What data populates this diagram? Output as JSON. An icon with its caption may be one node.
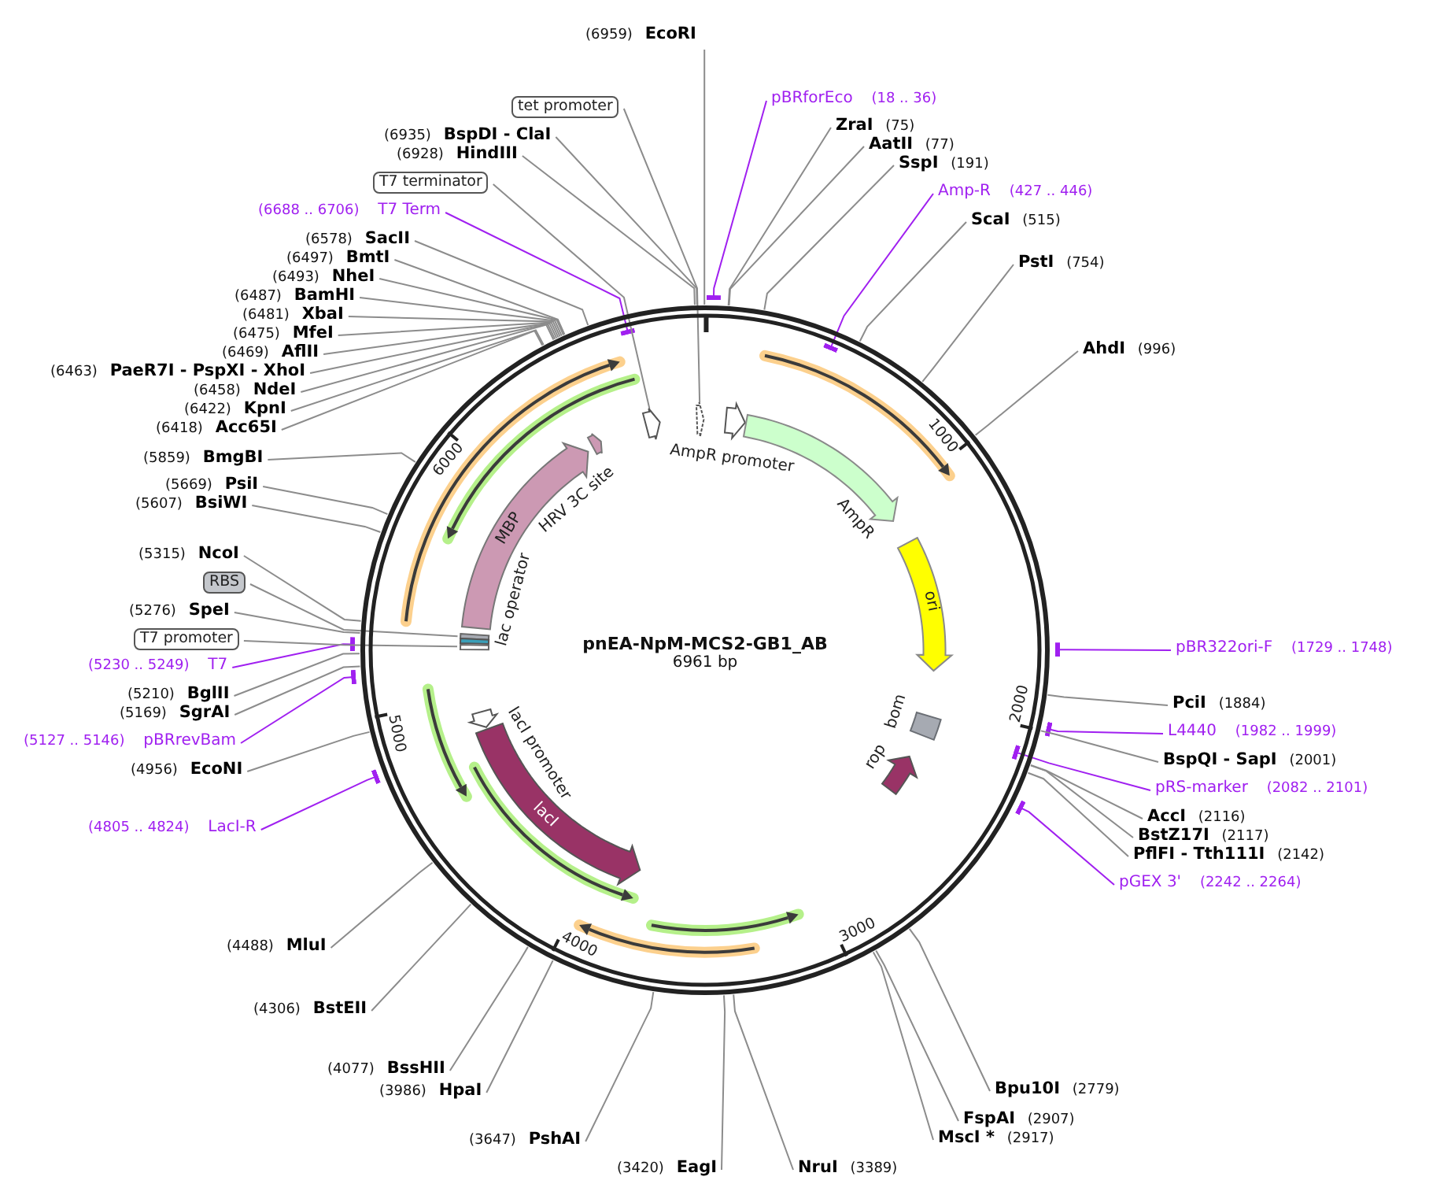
{
  "diagram": {
    "nodes": [
      {
        "text": [
          "pnEA-NpM-MCS2-GB1_AB",
          "6961 bp"
        ]
      },
      {
        "text": [],
        "shape": "arrow",
        "in": 0
      },
      {
        "text": [
          "AmpR promoter"
        ],
        "in": 0
      },
      {
        "text": [
          "AmpR"
        ],
        "in": 0
      },
      {
        "text": [
          "ori"
        ],
        "in": 0
      },
      {
        "text": [
          "bom"
        ],
        "in": 0
      },
      {
        "text": [
          "rop"
        ],
        "in": 0
      },
      {
        "text": [
          "lacI"
        ],
        "in": 0
      },
      {
        "text": [
          "lacI promoter"
        ],
        "in": 0
      },
      {
        "text": [],
        "shape": "bar",
        "in": 0
      },
      {
        "text": [
          "lac operator"
        ],
        "in": 0
      },
      {
        "text": [],
        "shape": "bar",
        "in": 0
      },
      {
        "text": [
          "MBP"
        ],
        "in": 0
      },
      {
        "text": [
          "HRV 3C site"
        ],
        "in": 0
      },
      {
        "text": [],
        "shape": "arrow",
        "in": 0
      },
      {
        "text": [
          "pBRforEco",
          "(18 .. 36)"
        ]
      },
      {
        "text": [
          "ZraI",
          "(75)"
        ]
      },
      {
        "text": [
          "AatII",
          "(77)"
        ]
      },
      {
        "text": [
          "SspI",
          "(191)"
        ]
      },
      {
        "text": [
          "Amp-R",
          "(427 .. 446)"
        ]
      },
      {
        "text": [
          "ScaI",
          "(515)"
        ]
      },
      {
        "text": [
          "PstI",
          "(754)"
        ]
      },
      {
        "text": [
          "AhdI",
          "(996)"
        ]
      },
      {
        "text": [
          "pBR322ori-F",
          "(1729 .. 1748)"
        ]
      },
      {
        "text": [
          "PciI",
          "(1884)"
        ]
      },
      {
        "text": [
          "L4440",
          "(1982 .. 1999)"
        ]
      },
      {
        "text": [
          "BspQI - SapI",
          "(2001)"
        ]
      },
      {
        "text": [
          "pRS-marker",
          "(2082 .. 2101)"
        ]
      },
      {
        "text": [
          "AccI",
          "(2116)"
        ]
      },
      {
        "text": [
          "BstZ17I",
          "(2117)"
        ]
      },
      {
        "text": [
          "PflFI - Tth111I",
          "(2142)"
        ]
      },
      {
        "text": [
          "pGEX 3'",
          "(2242 .. 2264)"
        ]
      },
      {
        "text": [
          "Bpu10I",
          "(2779)"
        ]
      },
      {
        "text": [
          "FspAI",
          "(2907)"
        ]
      },
      {
        "text": [
          "MscI *",
          "(2917)"
        ]
      },
      {
        "text": [
          "NruI",
          "(3389)"
        ]
      },
      {
        "text": [
          "(3420)",
          "EagI"
        ]
      },
      {
        "text": [
          "(3647)",
          "PshAI"
        ]
      },
      {
        "text": [
          "(3986)",
          "HpaI"
        ]
      },
      {
        "text": [
          "(4077)",
          "BssHII"
        ]
      },
      {
        "text": [
          "(4306)",
          "BstEII"
        ]
      },
      {
        "text": [
          "(4488)",
          "MluI"
        ]
      },
      {
        "text": [
          "(4805 .. 4824)",
          "LacI-R"
        ]
      },
      {
        "text": [
          "(4956)",
          "EcoNI"
        ]
      },
      {
        "text": [
          "(5127 .. 5146)",
          "pBRrevBam"
        ]
      },
      {
        "text": [
          "(5169)",
          "SgrAI"
        ]
      },
      {
        "text": [
          "(5210)",
          "BglII"
        ]
      },
      {
        "text": [
          "(5230 .. 5249)",
          "T7"
        ]
      },
      {
        "text": [
          "T7 promoter"
        ]
      },
      {
        "text": [
          "(5276)",
          "SpeI"
        ]
      },
      {
        "text": [
          "RBS"
        ]
      },
      {
        "text": [
          "(5315)",
          "NcoI"
        ]
      },
      {
        "text": [
          "(5607)",
          "BsiWI"
        ]
      },
      {
        "text": [
          "(5669)",
          "PsiI"
        ]
      },
      {
        "text": [
          "(5859)",
          "BmgBI"
        ]
      },
      {
        "text": [
          "(6418)",
          "Acc65I"
        ]
      },
      {
        "text": [
          "(6422)",
          "KpnI"
        ]
      },
      {
        "text": [
          "(6458)",
          "NdeI"
        ]
      },
      {
        "text": [
          "(6463)",
          "PaeR7I - PspXI - XhoI"
        ]
      },
      {
        "text": [
          "(6469)",
          "AflII"
        ]
      },
      {
        "text": [
          "(6475)",
          "MfeI"
        ]
      },
      {
        "text": [
          "(6481)",
          "XbaI"
        ]
      },
      {
        "text": [
          "(6487)",
          "BamHI"
        ]
      },
      {
        "text": [
          "(6493)",
          "NheI"
        ]
      },
      {
        "text": [
          "(6497)",
          "BmtI"
        ]
      },
      {
        "text": [
          "(6578)",
          "SacII"
        ]
      },
      {
        "text": [
          "(6688 .. 6706)",
          "T7 Term"
        ]
      },
      {
        "text": [
          "T7 terminator"
        ]
      },
      {
        "text": [
          "(6928)",
          "HindIII"
        ]
      },
      {
        "text": [
          "(6935)",
          "BspDI - ClaI"
        ]
      },
      {
        "text": [
          "tet promoter"
        ]
      },
      {
        "text": [
          "(6959)",
          "EcoRI"
        ]
      }
    ],
    "edges": [
      {
        "from": 15,
        "to": 0,
        "arrow": "other",
        "color": "#a020f0"
      },
      {
        "from": 16,
        "to": 0,
        "arrow": "none"
      },
      {
        "from": 17,
        "to": 0,
        "arrow": "none"
      },
      {
        "from": 18,
        "to": 0,
        "arrow": "none"
      },
      {
        "from": 19,
        "to": 0,
        "arrow": "other",
        "color": "#a020f0"
      },
      {
        "from": 20,
        "to": 0,
        "arrow": "none"
      },
      {
        "from": 21,
        "to": 0,
        "arrow": "none"
      },
      {
        "from": 22,
        "to": 0,
        "arrow": "none"
      },
      {
        "from": 23,
        "to": 0,
        "arrow": "other",
        "color": "#a020f0"
      },
      {
        "from": 24,
        "to": 0,
        "arrow": "none"
      },
      {
        "from": 25,
        "to": 0,
        "arrow": "other",
        "color": "#a020f0"
      },
      {
        "from": 26,
        "to": 0,
        "arrow": "none"
      },
      {
        "from": 27,
        "to": 0,
        "arrow": "other",
        "color": "#a020f0"
      },
      {
        "from": 28,
        "to": 0,
        "arrow": "none"
      },
      {
        "from": 29,
        "to": 0,
        "arrow": "none"
      },
      {
        "from": 30,
        "to": 0,
        "arrow": "none"
      },
      {
        "from": 31,
        "to": 0,
        "arrow": "other",
        "color": "#a020f0"
      },
      {
        "from": 32,
        "to": 0,
        "arrow": "none"
      },
      {
        "from": 33,
        "to": 0,
        "arrow": "none"
      },
      {
        "from": 34,
        "to": 0,
        "arrow": "none"
      },
      {
        "from": 35,
        "to": 0,
        "arrow": "none"
      },
      {
        "from": 36,
        "to": 0,
        "arrow": "none"
      },
      {
        "from": 37,
        "to": 0,
        "arrow": "none"
      },
      {
        "from": 38,
        "to": 0,
        "arrow": "none"
      },
      {
        "from": 39,
        "to": 0,
        "arrow": "none"
      },
      {
        "from": 40,
        "to": 0,
        "arrow": "none"
      },
      {
        "from": 41,
        "to": 0,
        "arrow": "none"
      },
      {
        "from": 42,
        "to": 0,
        "arrow": "other",
        "color": "#a020f0"
      },
      {
        "from": 43,
        "to": 0,
        "arrow": "none"
      },
      {
        "from": 44,
        "to": 0,
        "arrow": "other",
        "color": "#a020f0"
      },
      {
        "from": 45,
        "to": 0,
        "arrow": "none"
      },
      {
        "from": 46,
        "to": 0,
        "arrow": "none"
      },
      {
        "from": 47,
        "to": 0,
        "arrow": "other",
        "color": "#a020f0"
      },
      {
        "from": 48,
        "to": 11,
        "arrow": "none"
      },
      {
        "from": 49,
        "to": 0,
        "arrow": "none"
      },
      {
        "from": 50,
        "to": 9,
        "arrow": "none"
      },
      {
        "from": 51,
        "to": 0,
        "arrow": "none"
      },
      {
        "from": 52,
        "to": 0,
        "arrow": "none"
      },
      {
        "from": 53,
        "to": 0,
        "arrow": "none"
      },
      {
        "from": 54,
        "to": 0,
        "arrow": "none"
      },
      {
        "from": 55,
        "to": 0,
        "arrow": "none"
      },
      {
        "from": 56,
        "to": 0,
        "arrow": "none"
      },
      {
        "from": 57,
        "to": 0,
        "arrow": "none"
      },
      {
        "from": 58,
        "to": 0,
        "arrow": "none"
      },
      {
        "from": 59,
        "to": 0,
        "arrow": "none"
      },
      {
        "from": 60,
        "to": 0,
        "arrow": "none"
      },
      {
        "from": 61,
        "to": 0,
        "arrow": "none"
      },
      {
        "from": 62,
        "to": 0,
        "arrow": "none"
      },
      {
        "from": 63,
        "to": 0,
        "arrow": "none"
      },
      {
        "from": 64,
        "to": 0,
        "arrow": "none"
      },
      {
        "from": 65,
        "to": 0,
        "arrow": "none"
      },
      {
        "from": 66,
        "to": 0,
        "arrow": "other",
        "color": "#a020f0"
      },
      {
        "from": 67,
        "to": 1,
        "arrow": "none"
      },
      {
        "from": 68,
        "to": 0,
        "arrow": "none"
      },
      {
        "from": 69,
        "to": 0,
        "arrow": "none"
      },
      {
        "from": 70,
        "to": 14,
        "arrow": "none"
      },
      {
        "from": 71,
        "to": 0,
        "arrow": "none"
      }
    ],
    "labels": [
      "1000",
      "2000",
      "3000",
      "4000",
      "5000",
      "6000"
    ]
  }
}
